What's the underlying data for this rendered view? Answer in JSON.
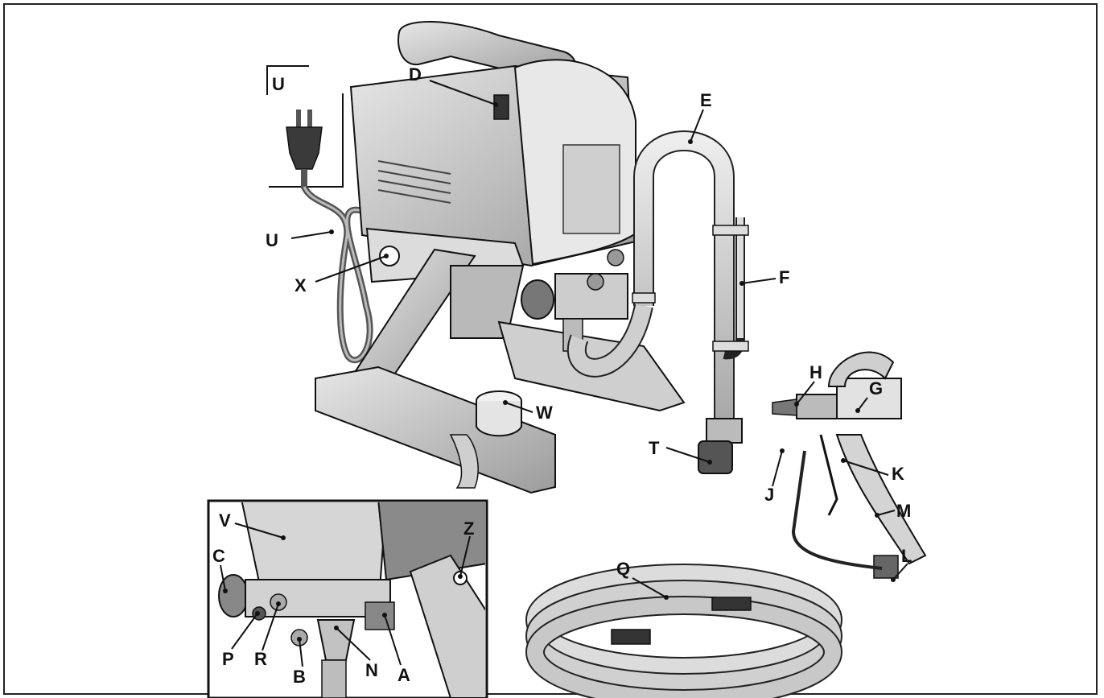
{
  "callouts": {
    "U_top": "U",
    "D": "D",
    "E": "E",
    "U": "U",
    "X": "X",
    "F": "F",
    "H": "H",
    "G": "G",
    "W": "W",
    "T": "T",
    "K": "K",
    "J": "J",
    "M": "M",
    "V": "V",
    "Z": "Z",
    "C": "C",
    "Q": "Q",
    "L": "L",
    "P": "P",
    "R": "R",
    "B": "B",
    "N": "N",
    "A": "A"
  },
  "colors": {
    "body_fill": "#d9d9d9",
    "body_dark": "#a6a6a6",
    "body_light": "#ececec",
    "outline": "#1a1a1a"
  }
}
